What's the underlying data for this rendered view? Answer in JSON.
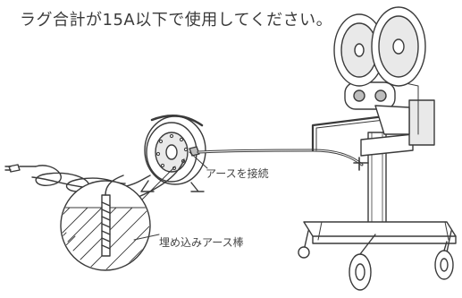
{
  "instruction_text": "ラグ合計が15A以下で使用してください。",
  "labels": {
    "earth_connection": "アースを接続",
    "buried_earth_rod": "埋め込みアース棒"
  },
  "colors": {
    "line": "#3a3a3a",
    "fill_light": "#e9e9e9",
    "fill_mid": "#bdbdbd",
    "background": "#ffffff"
  }
}
